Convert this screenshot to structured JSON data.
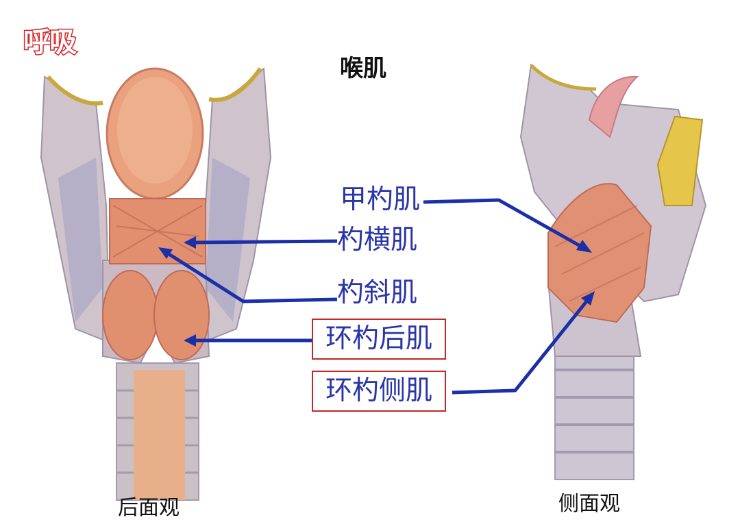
{
  "logo": "呼吸",
  "title": "喉肌",
  "labels": {
    "thyroarytenoid": "甲杓肌",
    "transverse_arytenoid": "杓横肌",
    "oblique_arytenoid": "杓斜肌",
    "posterior_cricoarytenoid": "环杓后肌",
    "lateral_cricoarytenoid": "环杓侧肌"
  },
  "captions": {
    "posterior_view": "后面观",
    "lateral_view": "侧面观"
  },
  "colors": {
    "arrow": "#1a2fa8",
    "label_text": "#2a35a8",
    "box_border": "#c0282a",
    "logo": "#d8262a"
  }
}
